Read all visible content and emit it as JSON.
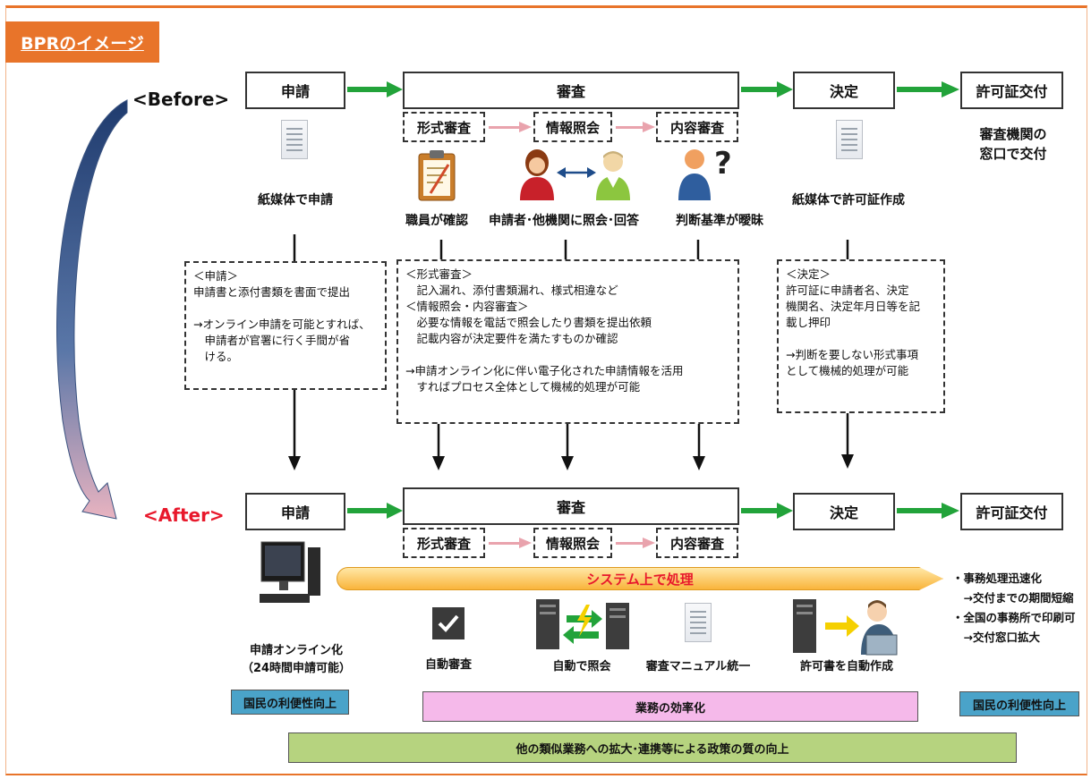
{
  "title": "BPRのイメージ",
  "before": {
    "label": "<Before>",
    "steps": [
      "申請",
      "審査",
      "決定",
      "許可証交付"
    ],
    "substeps": [
      "形式審査",
      "情報照会",
      "内容審査"
    ],
    "captions": {
      "apply": "紙媒体で申請",
      "staff": "職員が確認",
      "inquiry": "申請者･他機関に照会･回答",
      "criteria": "判断基準が曖昧",
      "permit": "紙媒体で許可証作成",
      "deliver": "審査機関の\n窓口で交付"
    },
    "notes": {
      "apply": "＜申請＞\n申請書と添付書類を書面で提出\n\n→オンライン申請を可能とすれば、\n　申請者が官署に行く手間が省\n　ける。",
      "review": "＜形式審査＞\n　記入漏れ、添付書類漏れ、様式相違など\n＜情報照会・内容審査＞\n　必要な情報を電話で照会したり書類を提出依頼\n　記載内容が決定要件を満たすものか確認\n\n→申請オンライン化に伴い電子化された申請情報を活用\n　すればプロセス全体として機械的処理が可能",
      "decision": "＜決定＞\n許可証に申請者名、決定\n機関名、決定年月日等を記\n載し押印\n\n→判断を要しない形式事項\nとして機械的処理が可能"
    }
  },
  "after": {
    "label": "<After>",
    "steps": [
      "申請",
      "審査",
      "決定",
      "許可証交付"
    ],
    "substeps": [
      "形式審査",
      "情報照会",
      "内容審査"
    ],
    "system_bar": "システム上で処理",
    "captions": {
      "online": "申請オンライン化\n（24時間申請可能）",
      "auto_review": "自動審査",
      "auto_inquiry": "自動で照会",
      "manual": "審査マニュアル統一",
      "auto_permit": "許可書を自動作成"
    },
    "benefits": "・事務処理迅速化\n　→交付までの期間短縮\n・全国の事務所で印刷可\n　→交付窓口拡大",
    "badge_left": "国民の利便性向上",
    "badge_mid": "業務の効率化",
    "badge_right": "国民の利便性向上",
    "badge_bottom": "他の類似業務への拡大･連携等による政策の質の向上"
  },
  "colors": {
    "accent": "#e8742a",
    "flow_arrow": "#22a33a",
    "after_label": "#e8192c",
    "light_arrow": "#e9a3ad",
    "blue_badge": "#4aa3c9",
    "pink_badge": "#f5b9ea",
    "green_badge": "#b6d37f"
  }
}
